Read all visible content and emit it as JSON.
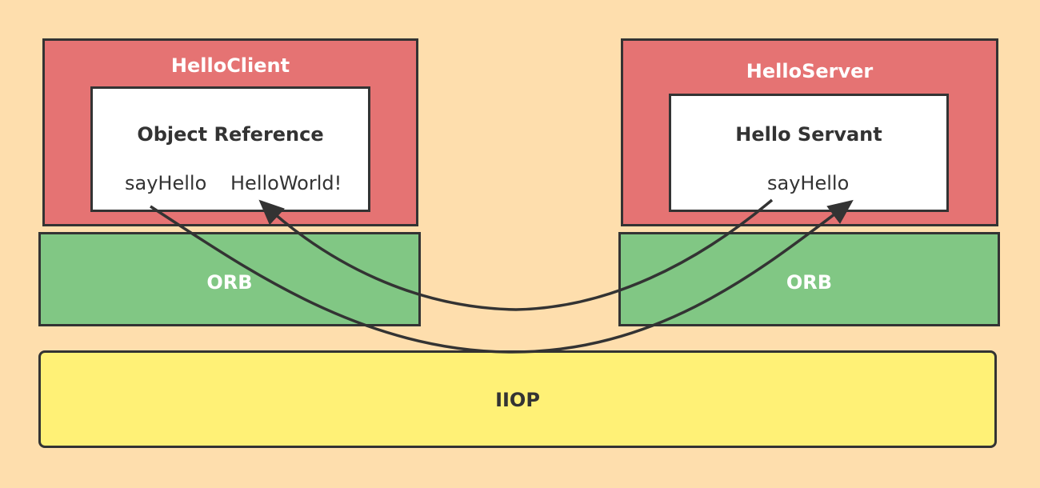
{
  "colors": {
    "background": "#FEDEAD",
    "app_box": "#E57373",
    "orb_box": "#81C784",
    "iiop_box": "#FFF176",
    "inner_box": "#FFFFFF",
    "stroke": "#333333"
  },
  "client": {
    "title": "HelloClient",
    "inner_title": "Object Reference",
    "method_label": "sayHello",
    "return_label": "HelloWorld!"
  },
  "server": {
    "title": "HelloServer",
    "inner_title": "Hello Servant",
    "method_label": "sayHello"
  },
  "orb_left": {
    "label": "ORB"
  },
  "orb_right": {
    "label": "ORB"
  },
  "iiop": {
    "label": "IIOP"
  }
}
